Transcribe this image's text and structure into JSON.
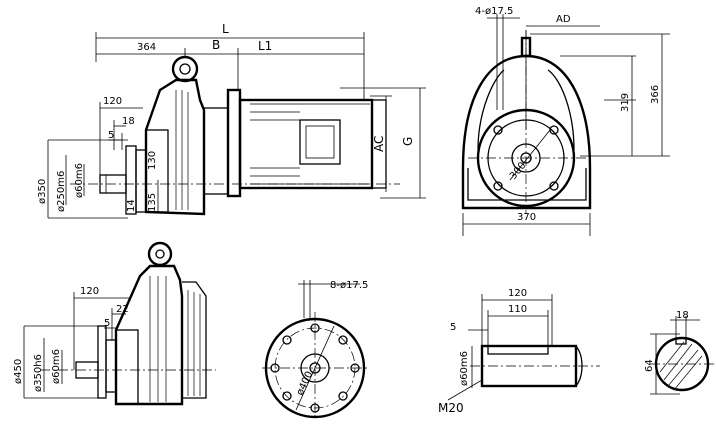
{
  "front_view_top": {
    "dims": {
      "L": "L",
      "d364": "364",
      "B": "B",
      "L1": "L1",
      "d120": "120",
      "d18": "18",
      "d5": "5",
      "d130": "130",
      "d135": "135",
      "d14": "14",
      "d350": "ø350",
      "d250m6": "ø250m6",
      "d60m6": "ø60m6",
      "AC": "AC",
      "G": "G"
    }
  },
  "side_view_top": {
    "dims": {
      "holes": "4-ø17.5",
      "AD": "AD",
      "d319": "319",
      "d366": "366",
      "d300": "300",
      "d370": "370"
    }
  },
  "front_view_bottom": {
    "dims": {
      "d120": "120",
      "d22": "22",
      "d5": "5",
      "d450": "ø450",
      "d350h6": "ø350h6",
      "d60m6": "ø60m6"
    }
  },
  "flange_view": {
    "dims": {
      "holes": "8-ø17.5",
      "d400": "ø400"
    }
  },
  "shaft_detail": {
    "dims": {
      "d120": "120",
      "d110": "110",
      "d5": "5",
      "d60m6": "ø60m6",
      "M20": "M20"
    }
  },
  "key_section": {
    "dims": {
      "d18": "18",
      "d64": "64"
    }
  }
}
